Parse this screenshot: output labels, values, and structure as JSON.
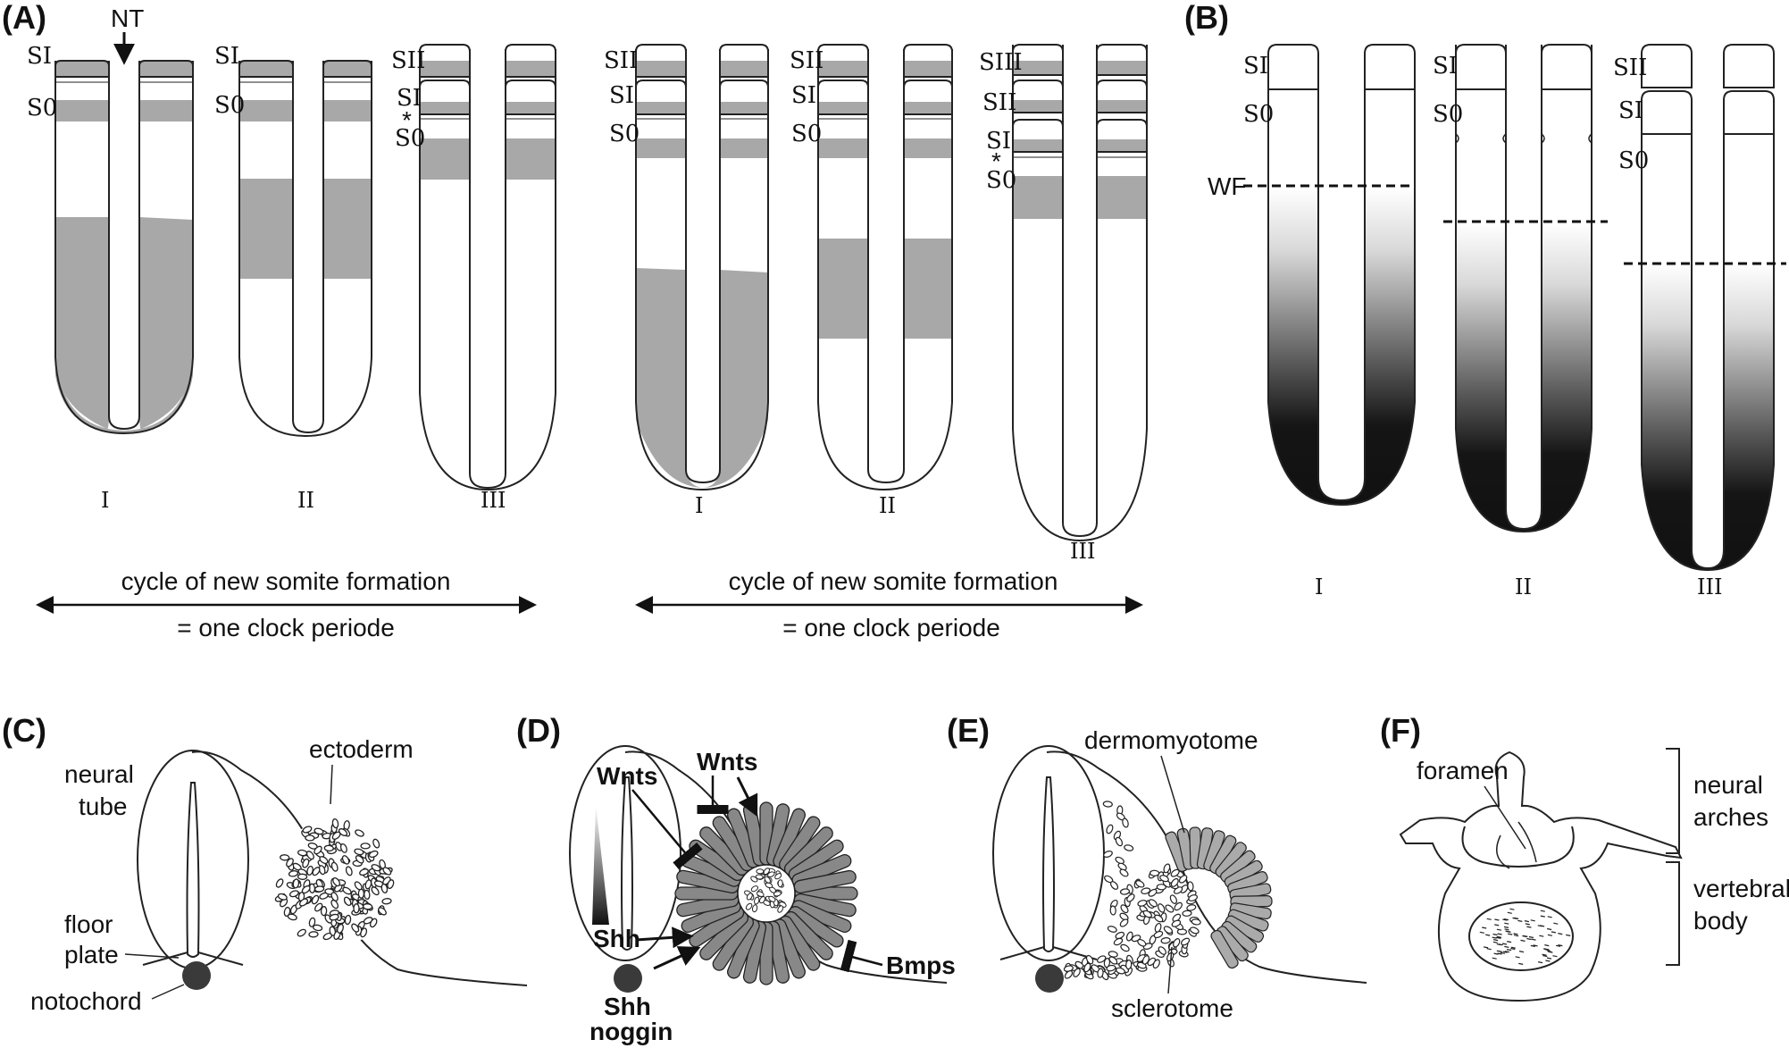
{
  "panels": {
    "A": {
      "label": "(A)",
      "nt_label": "NT",
      "stage_labels": [
        "I",
        "II",
        "III"
      ],
      "cycle_text": "cycle of new somite formation",
      "period_text": "= one clock periode",
      "asterisk": "*"
    },
    "B": {
      "label": "(B)",
      "wf_label": "WF",
      "stage_labels": [
        "I",
        "II",
        "III"
      ]
    },
    "C": {
      "label": "(C)",
      "neural_tube": "neural tube",
      "ectoderm": "ectoderm",
      "floor_plate": "floor plate",
      "notochord": "notochord"
    },
    "D": {
      "label": "(D)",
      "wnts_left": "Wnts",
      "wnts_top": "Wnts",
      "shh": "Shh",
      "shh_noggin_line1": "Shh",
      "shh_noggin_line2": "noggin",
      "bmps": "Bmps"
    },
    "E": {
      "label": "(E)",
      "dermomyotome": "dermomyotome",
      "sclerotome": "sclerotome"
    },
    "F": {
      "label": "(F)",
      "foramen": "foramen",
      "neural_arches": "neural arches",
      "vertebral_body": "vertebral body"
    }
  },
  "somite_labels": {
    "s0": "S0",
    "s1": "SI",
    "s2": "SII",
    "s3": "SIII"
  },
  "colors": {
    "expression_gray": "#a8a8a8",
    "outline": "#222222",
    "notochord": "#3a3a3a",
    "gradient_dark": "#111111"
  }
}
